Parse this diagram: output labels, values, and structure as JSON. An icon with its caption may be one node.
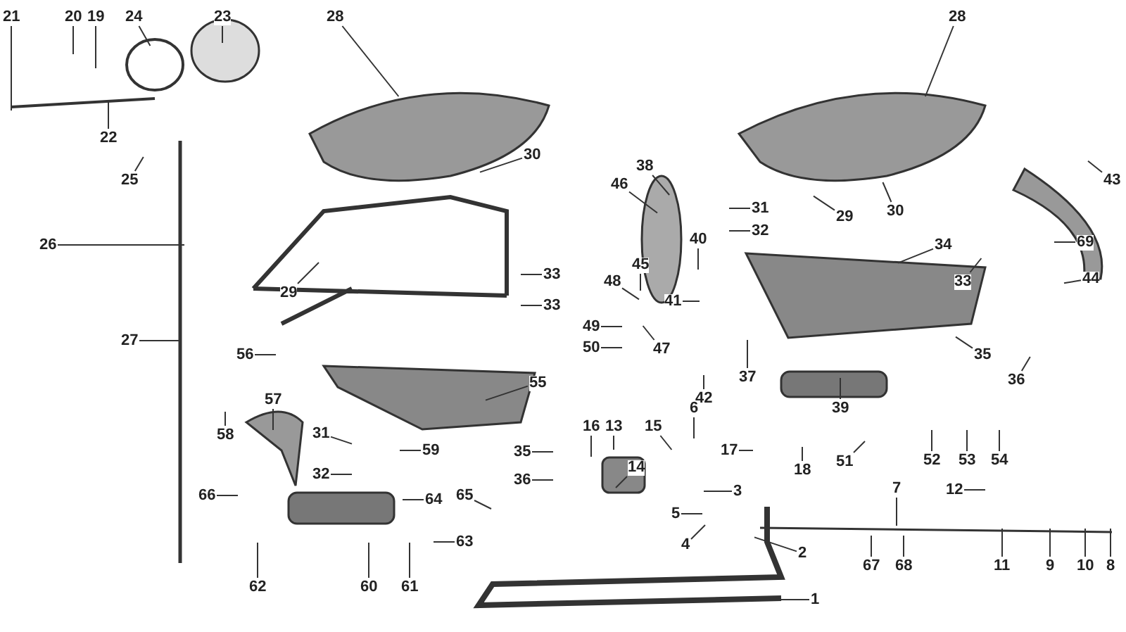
{
  "diagram": {
    "nodes": [
      {
        "text": [
          "21"
        ]
      },
      {
        "text": [
          "20"
        ]
      },
      {
        "text": [
          "19"
        ]
      },
      {
        "text": [
          "24"
        ]
      },
      {
        "text": [
          "23"
        ]
      },
      {
        "text": [
          "28"
        ]
      },
      {
        "text": [
          "28"
        ]
      },
      {
        "text": [
          "22"
        ]
      },
      {
        "text": [
          "25"
        ]
      },
      {
        "text": [
          "26"
        ]
      },
      {
        "text": [
          "27"
        ]
      },
      {
        "text": [
          "46"
        ]
      },
      {
        "text": [
          "38"
        ]
      },
      {
        "text": [
          "30"
        ]
      },
      {
        "text": [
          "31"
        ]
      },
      {
        "text": [
          "32"
        ]
      },
      {
        "text": [
          "29"
        ]
      },
      {
        "text": [
          "30"
        ]
      },
      {
        "text": [
          "43"
        ]
      },
      {
        "text": [
          "69"
        ]
      },
      {
        "text": [
          "44"
        ]
      },
      {
        "text": [
          "34"
        ]
      },
      {
        "text": [
          "45"
        ]
      },
      {
        "text": [
          "40"
        ]
      },
      {
        "text": [
          "33"
        ]
      },
      {
        "text": [
          "48"
        ]
      },
      {
        "text": [
          "29"
        ]
      },
      {
        "text": [
          "33"
        ]
      },
      {
        "text": [
          "33"
        ]
      },
      {
        "text": [
          "41"
        ]
      },
      {
        "text": [
          "49"
        ]
      },
      {
        "text": [
          "50"
        ]
      },
      {
        "text": [
          "47"
        ]
      },
      {
        "text": [
          "56"
        ]
      },
      {
        "text": [
          "35"
        ]
      },
      {
        "text": [
          "36"
        ]
      },
      {
        "text": [
          "37"
        ]
      },
      {
        "text": [
          "55"
        ]
      },
      {
        "text": [
          "57"
        ]
      },
      {
        "text": [
          "42"
        ]
      },
      {
        "text": [
          "6"
        ]
      },
      {
        "text": [
          "39"
        ]
      },
      {
        "text": [
          "58"
        ]
      },
      {
        "text": [
          "16"
        ]
      },
      {
        "text": [
          "13"
        ]
      },
      {
        "text": [
          "15"
        ]
      },
      {
        "text": [
          "31"
        ]
      },
      {
        "text": [
          "59"
        ]
      },
      {
        "text": [
          "17"
        ]
      },
      {
        "text": [
          "35"
        ]
      },
      {
        "text": [
          "18"
        ]
      },
      {
        "text": [
          "51"
        ]
      },
      {
        "text": [
          "52"
        ]
      },
      {
        "text": [
          "53"
        ]
      },
      {
        "text": [
          "54"
        ]
      },
      {
        "text": [
          "14"
        ]
      },
      {
        "text": [
          "32"
        ]
      },
      {
        "text": [
          "36"
        ]
      },
      {
        "text": [
          "7"
        ]
      },
      {
        "text": [
          "3"
        ]
      },
      {
        "text": [
          "12"
        ]
      },
      {
        "text": [
          "66"
        ]
      },
      {
        "text": [
          "65"
        ]
      },
      {
        "text": [
          "64"
        ]
      },
      {
        "text": [
          "5"
        ]
      },
      {
        "text": [
          "63"
        ]
      },
      {
        "text": [
          "4"
        ]
      },
      {
        "text": [
          "2"
        ]
      },
      {
        "text": [
          "11"
        ]
      },
      {
        "text": [
          "9"
        ]
      },
      {
        "text": [
          "10"
        ]
      },
      {
        "text": [
          "8"
        ]
      },
      {
        "text": [
          "67"
        ]
      },
      {
        "text": [
          "68"
        ]
      },
      {
        "text": [
          "62"
        ]
      },
      {
        "text": [
          "60"
        ]
      },
      {
        "text": [
          "61"
        ]
      },
      {
        "text": [
          "1"
        ]
      }
    ],
    "edges": [
      {
        "from": 0,
        "to": null,
        "arrow": "none"
      },
      {
        "from": 1,
        "to": null,
        "arrow": "none"
      },
      {
        "from": 2,
        "to": null,
        "arrow": "none"
      },
      {
        "from": 3,
        "to": null,
        "arrow": "none"
      },
      {
        "from": 4,
        "to": null,
        "arrow": "none"
      },
      {
        "from": 5,
        "to": null,
        "arrow": "none"
      },
      {
        "from": 6,
        "to": null,
        "arrow": "none"
      },
      {
        "from": 7,
        "to": null,
        "arrow": "none"
      },
      {
        "from": 8,
        "to": null,
        "arrow": "none"
      },
      {
        "from": 9,
        "to": null,
        "arrow": "none"
      },
      {
        "from": 10,
        "to": null,
        "arrow": "none"
      },
      {
        "from": 11,
        "to": null,
        "arrow": "none"
      },
      {
        "from": 12,
        "to": null,
        "arrow": "none"
      },
      {
        "from": 13,
        "to": null,
        "arrow": "none"
      },
      {
        "from": 14,
        "to": null,
        "arrow": "none"
      },
      {
        "from": 15,
        "to": null,
        "arrow": "none"
      },
      {
        "from": 16,
        "to": null,
        "arrow": "none"
      },
      {
        "from": 17,
        "to": null,
        "arrow": "none"
      },
      {
        "from": 18,
        "to": null,
        "arrow": "none"
      },
      {
        "from": 19,
        "to": null,
        "arrow": "none"
      },
      {
        "from": 20,
        "to": null,
        "arrow": "none"
      },
      {
        "from": 21,
        "to": null,
        "arrow": "none"
      },
      {
        "from": 22,
        "to": null,
        "arrow": "none"
      },
      {
        "from": 23,
        "to": null,
        "arrow": "none"
      },
      {
        "from": 24,
        "to": null,
        "arrow": "none"
      },
      {
        "from": 25,
        "to": null,
        "arrow": "none"
      },
      {
        "from": 26,
        "to": null,
        "arrow": "none"
      },
      {
        "from": 27,
        "to": null,
        "arrow": "none"
      },
      {
        "from": 28,
        "to": null,
        "arrow": "none"
      },
      {
        "from": 29,
        "to": null,
        "arrow": "none"
      },
      {
        "from": 30,
        "to": null,
        "arrow": "none"
      },
      {
        "from": 31,
        "to": null,
        "arrow": "none"
      },
      {
        "from": 32,
        "to": null,
        "arrow": "none"
      },
      {
        "from": 33,
        "to": null,
        "arrow": "none"
      },
      {
        "from": 34,
        "to": null,
        "arrow": "none"
      },
      {
        "from": 35,
        "to": null,
        "arrow": "none"
      },
      {
        "from": 36,
        "to": null,
        "arrow": "none"
      },
      {
        "from": 37,
        "to": null,
        "arrow": "none"
      },
      {
        "from": 38,
        "to": null,
        "arrow": "none"
      },
      {
        "from": 39,
        "to": null,
        "arrow": "none"
      },
      {
        "from": 40,
        "to": null,
        "arrow": "none"
      },
      {
        "from": 41,
        "to": null,
        "arrow": "none"
      },
      {
        "from": 42,
        "to": null,
        "arrow": "none"
      },
      {
        "from": 43,
        "to": null,
        "arrow": "none"
      },
      {
        "from": 44,
        "to": null,
        "arrow": "none"
      },
      {
        "from": 45,
        "to": null,
        "arrow": "none"
      },
      {
        "from": 46,
        "to": null,
        "arrow": "none"
      },
      {
        "from": 47,
        "to": null,
        "arrow": "none"
      },
      {
        "from": 48,
        "to": null,
        "arrow": "none"
      },
      {
        "from": 49,
        "to": null,
        "arrow": "none"
      },
      {
        "from": 50,
        "to": null,
        "arrow": "none"
      },
      {
        "from": 51,
        "to": null,
        "arrow": "none"
      },
      {
        "from": 52,
        "to": null,
        "arrow": "none"
      },
      {
        "from": 53,
        "to": null,
        "arrow": "none"
      },
      {
        "from": 54,
        "to": null,
        "arrow": "none"
      },
      {
        "from": 55,
        "to": null,
        "arrow": "none"
      },
      {
        "from": 56,
        "to": null,
        "arrow": "none"
      },
      {
        "from": 57,
        "to": null,
        "arrow": "none"
      },
      {
        "from": 58,
        "to": null,
        "arrow": "none"
      },
      {
        "from": 59,
        "to": null,
        "arrow": "none"
      },
      {
        "from": 60,
        "to": null,
        "arrow": "none"
      },
      {
        "from": 61,
        "to": null,
        "arrow": "none"
      },
      {
        "from": 62,
        "to": null,
        "arrow": "none"
      },
      {
        "from": 63,
        "to": null,
        "arrow": "none"
      },
      {
        "from": 64,
        "to": null,
        "arrow": "none"
      },
      {
        "from": 65,
        "to": null,
        "arrow": "none"
      },
      {
        "from": 66,
        "to": null,
        "arrow": "none"
      },
      {
        "from": 67,
        "to": null,
        "arrow": "none"
      },
      {
        "from": 68,
        "to": null,
        "arrow": "none"
      },
      {
        "from": 69,
        "to": null,
        "arrow": "none"
      },
      {
        "from": 70,
        "to": null,
        "arrow": "none"
      },
      {
        "from": 71,
        "to": null,
        "arrow": "none"
      },
      {
        "from": 72,
        "to": null,
        "arrow": "none"
      },
      {
        "from": 73,
        "to": null,
        "arrow": "none"
      },
      {
        "from": 74,
        "to": null,
        "arrow": "none"
      },
      {
        "from": 75,
        "to": null,
        "arrow": "none"
      },
      {
        "from": 76,
        "to": null,
        "arrow": "none"
      },
      {
        "from": 77,
        "to": null,
        "arrow": "none"
      }
    ]
  }
}
